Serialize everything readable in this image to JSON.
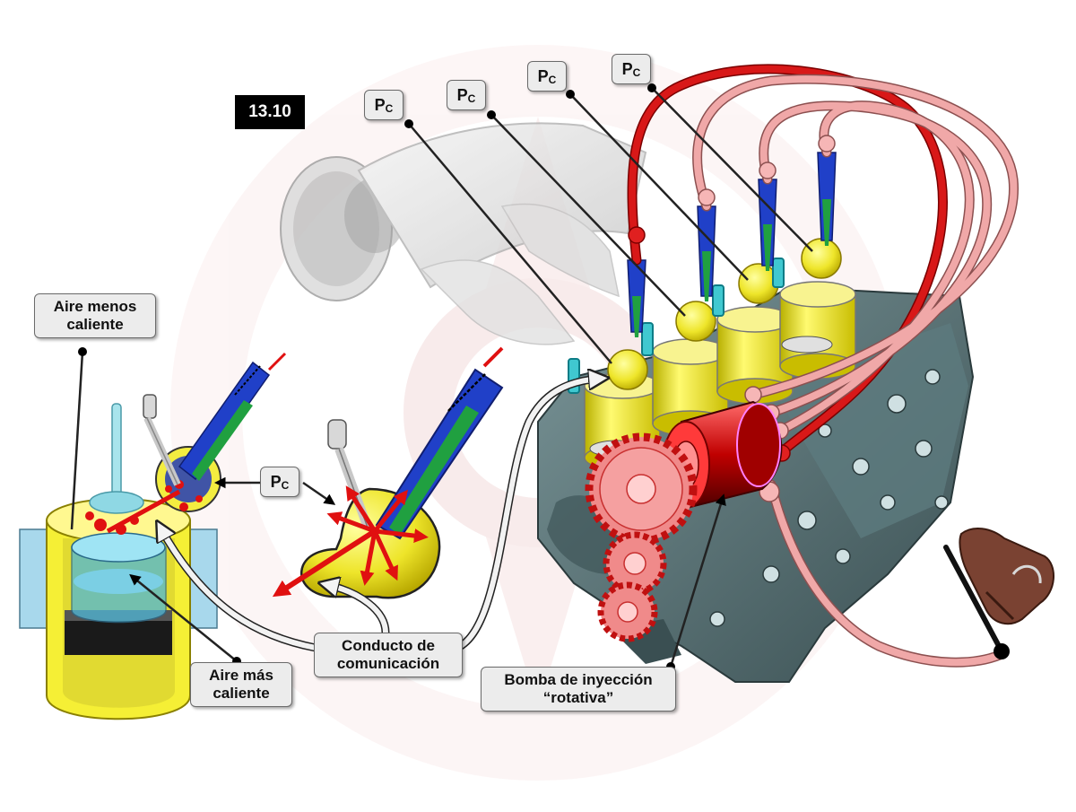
{
  "figure": {
    "number": "13.10"
  },
  "labels": {
    "pc_letter": "P",
    "pc_sub": "C",
    "aire_menos_caliente": {
      "line1": "Aire menos",
      "line2": "caliente"
    },
    "aire_mas_caliente": {
      "line1": "Aire más",
      "line2": "caliente"
    },
    "conducto": {
      "line1": "Conducto de",
      "line2": "comunicación"
    },
    "bomba": {
      "line1": "Bomba de inyección",
      "line2": "“rotativa”"
    }
  },
  "colors": {
    "fuel_line_high": "#d81818",
    "fuel_line_return": "#f0a8a8",
    "injector_body": "#2040c8",
    "injector_needle": "#20a040",
    "chamber": "#f2ee3a",
    "engine_block": "#4f6a6e",
    "gear": "#f08a8a",
    "background_logo": "#f3dede"
  }
}
